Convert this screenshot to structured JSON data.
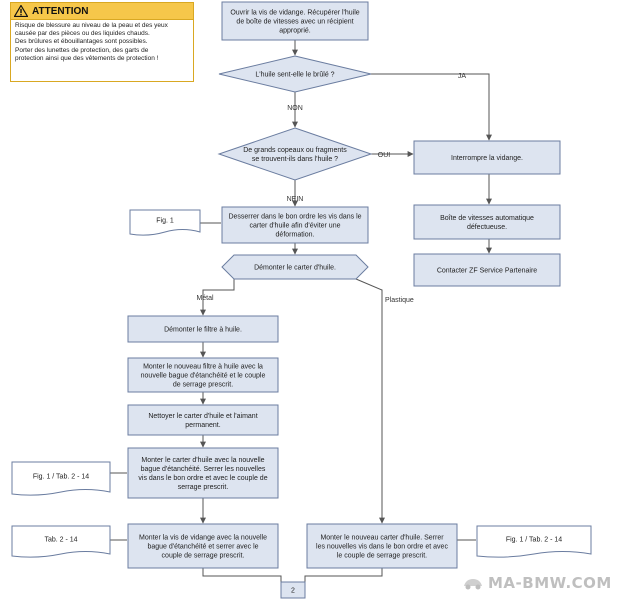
{
  "warning": {
    "title": "ATTENTION",
    "lines": [
      "Risque de blessure au niveau de la peau et des yeux",
      "causée par des pièces ou des liquides chauds.",
      "Des brûlures et ébouillantages sont possibles.",
      "Porter des lunettes de protection, des garts de",
      "protection ainsi que des vêtements de protection !"
    ]
  },
  "steps": {
    "s1": [
      "Ouvrir la vis de vidange. Récupérer l'huile",
      "de boîte de vitesses avec un récipient",
      "approprié."
    ],
    "d1": [
      "L'huile sent-elle le brûlé ?"
    ],
    "d2": [
      "De grands copeaux ou fragments",
      "se trouvent-ils dans l'huile ?"
    ],
    "r1": [
      "Interrompre la vidange."
    ],
    "r2": [
      "Boîte de vitesses automatique",
      "défectueuse."
    ],
    "r3": [
      "Contacter ZF Service Partenaire"
    ],
    "s2": [
      "Desserrer dans le bon ordre les vis dans le",
      "carter d'huile afin d'éviter une",
      "déformation."
    ],
    "s3": [
      "Démonter le carter d'huile."
    ],
    "m1": [
      "Démonter le filtre à huile."
    ],
    "m2": [
      "Monter le nouveau filtre à huile avec la",
      "nouvelle bague d'étanchéité et le couple",
      "de serrage prescrit."
    ],
    "m3": [
      "Nettoyer le carter d'huile et l'aimant",
      "permanent."
    ],
    "m4": [
      "Monter le carter d'huile avec la nouvelle",
      "bague d'étanchéité. Serrer les nouvelles",
      "vis dans le bon ordre et avec le couple de",
      "serrage prescrit."
    ],
    "m5": [
      "Monter la vis de vidange avec la nouvelle",
      "bague d'étanchéité et serrer avec le",
      "couple de serrage prescrit."
    ],
    "p1": [
      "Monter le nouveau carter d'huile. Serrer",
      "les nouvelles vis dans le bon ordre et avec",
      "le couple de serrage prescrit."
    ],
    "end": [
      "2"
    ]
  },
  "docs": {
    "doc1": "Fig. 1",
    "doc2": "Fig. 1 / Tab. 2 - 14",
    "doc3": "Tab. 2 - 14",
    "doc4": "Fig. 1 / Tab. 2 - 14"
  },
  "labels": {
    "ja": "JA",
    "non": "NON",
    "oui": "OUI",
    "nein": "NEIN",
    "metal": "Métal",
    "plastique": "Plastique"
  },
  "watermark": "MA-BMW.COM",
  "colors": {
    "process_fill": "#dde4f0",
    "process_stroke": "#6b7da0",
    "connector": "#555555",
    "warning_bg": "#f6c74a"
  }
}
